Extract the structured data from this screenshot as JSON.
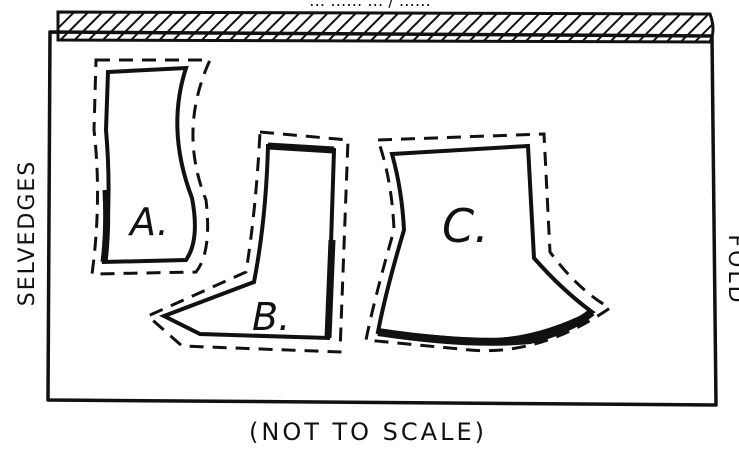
{
  "top_clipped_text": "… …… … / ……",
  "labels": {
    "selvedges": "SELVEDGES",
    "fold": "FOLD",
    "footer": "(NOT TO SCALE)"
  },
  "pieces": [
    {
      "id": "A",
      "label": "A."
    },
    {
      "id": "B",
      "label": "B."
    },
    {
      "id": "C",
      "label": "C."
    }
  ],
  "colors": {
    "ink": "#111111",
    "paper": "#ffffff"
  }
}
